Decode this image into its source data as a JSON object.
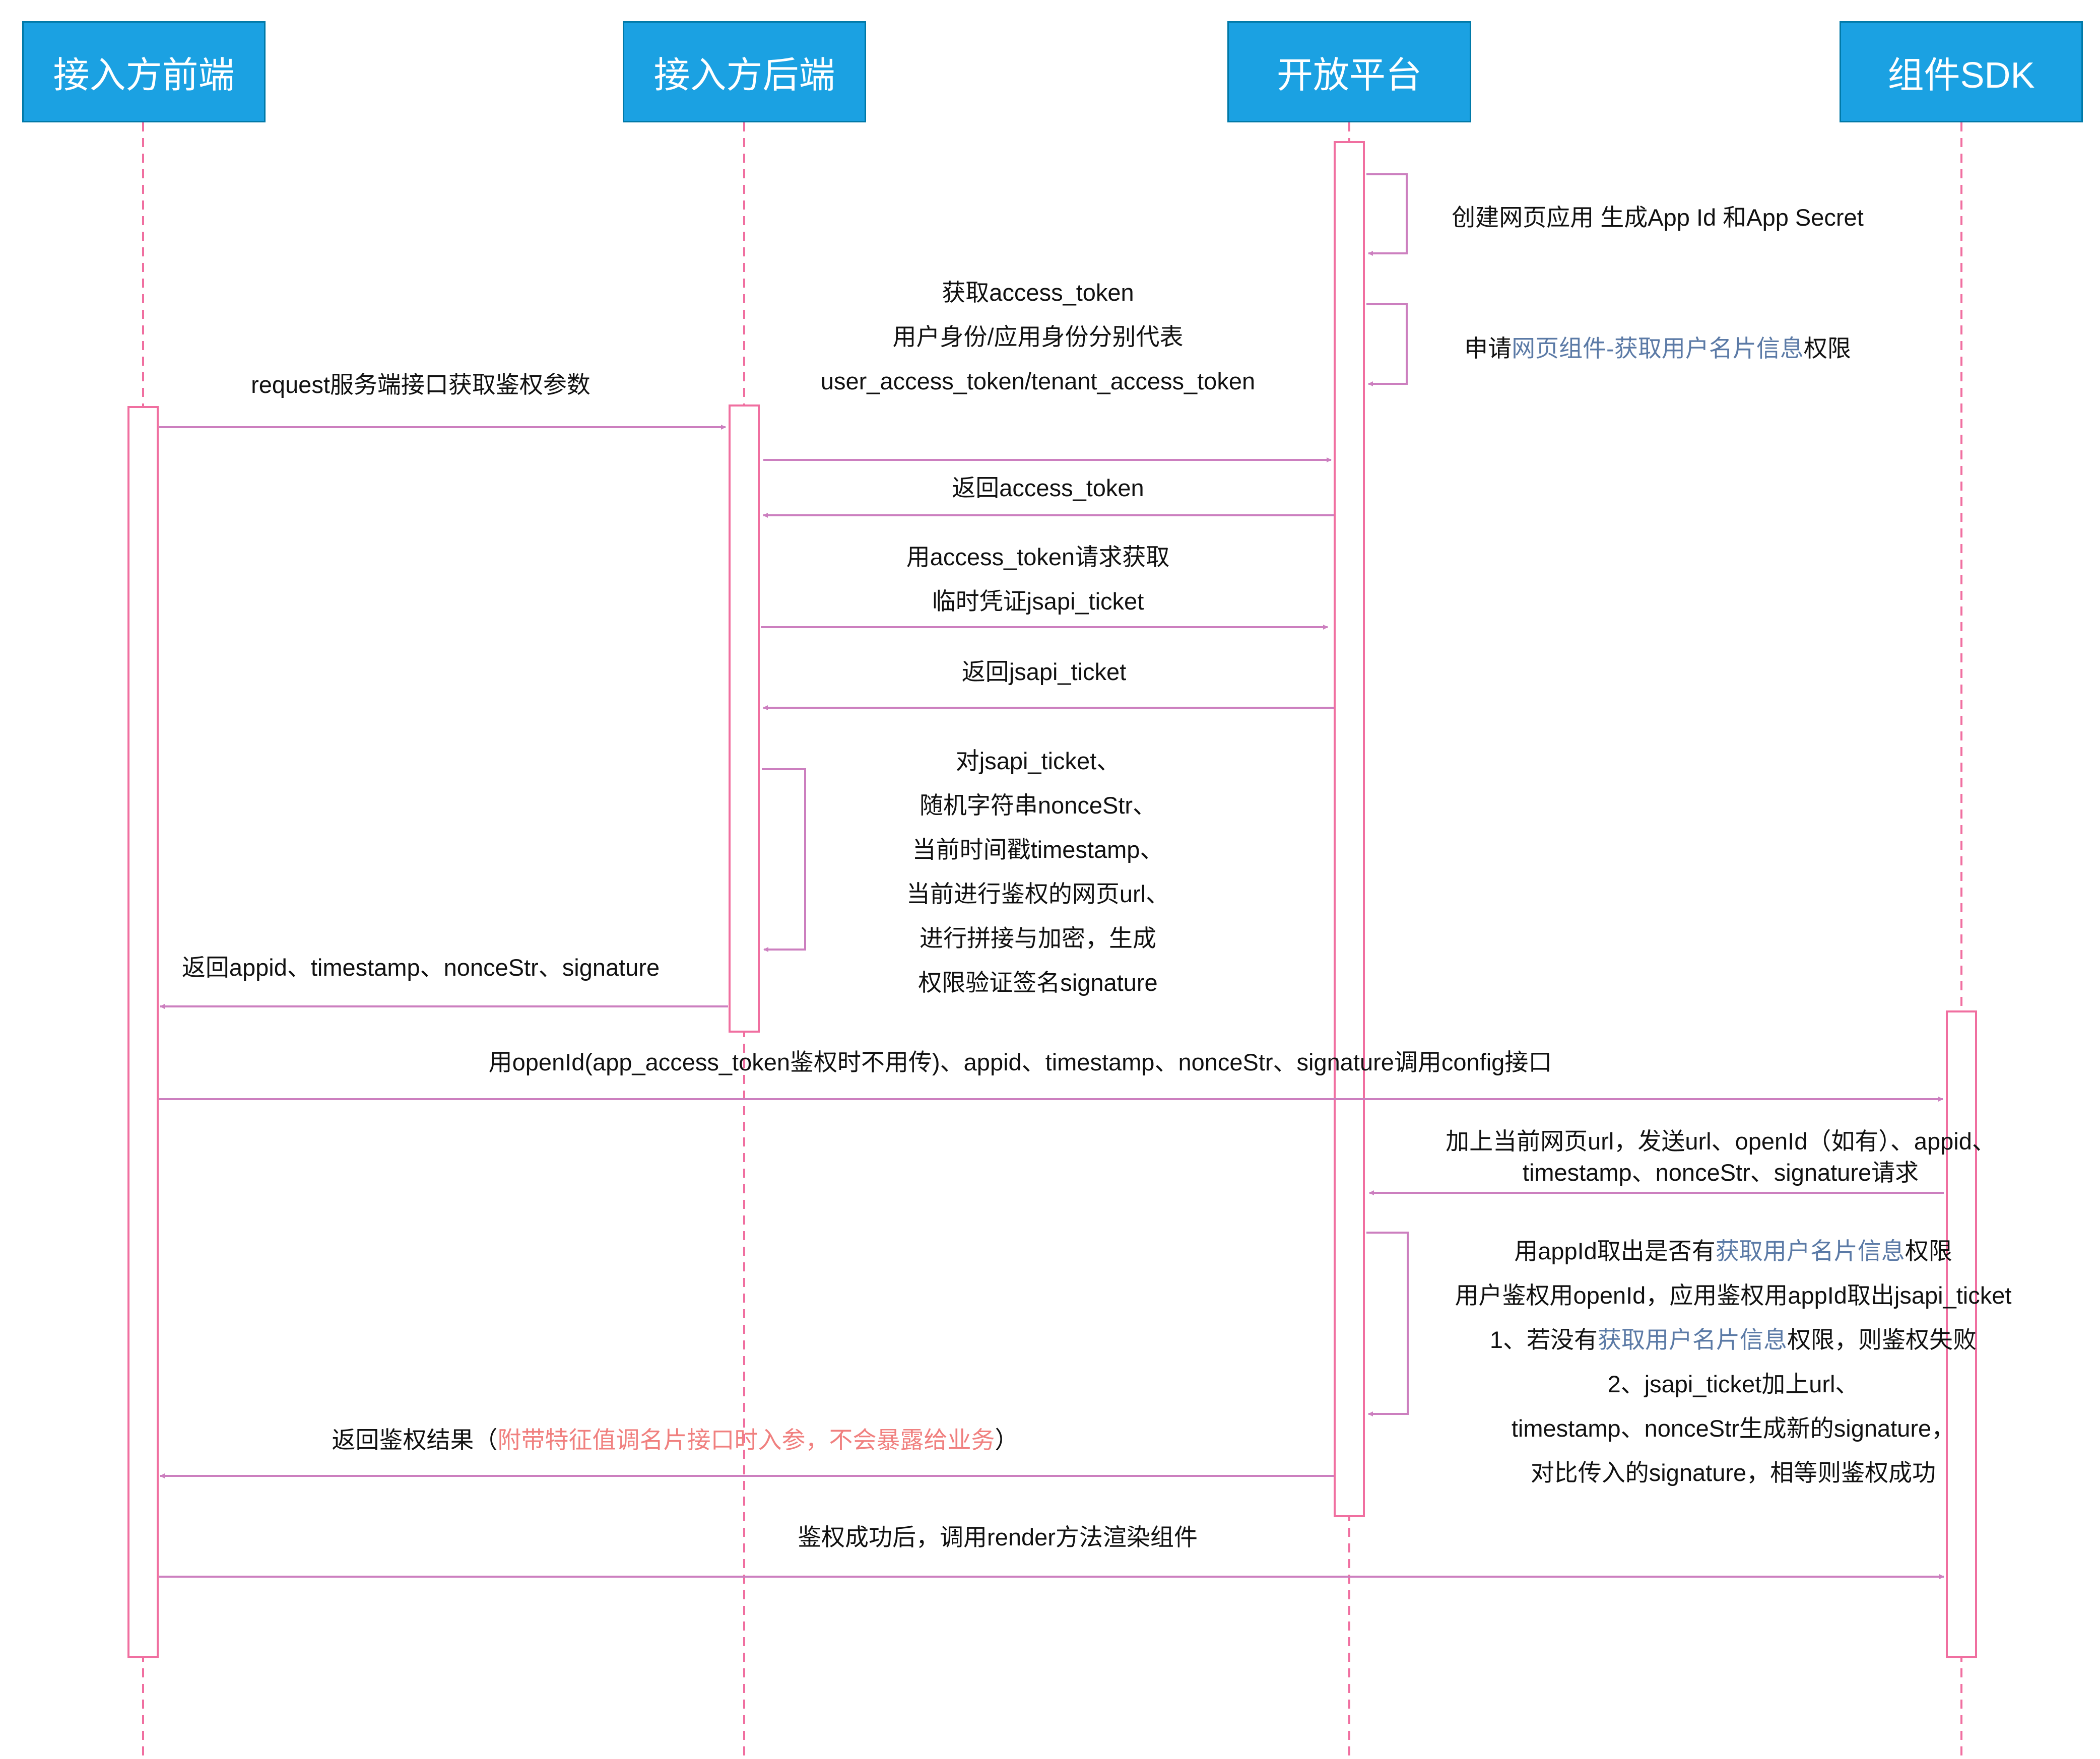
{
  "participants": [
    {
      "id": "frontend",
      "label": "接入方前端"
    },
    {
      "id": "backend",
      "label": "接入方后端"
    },
    {
      "id": "platform",
      "label": "开放平台"
    },
    {
      "id": "sdk",
      "label": "组件SDK"
    }
  ],
  "colors": {
    "actor_fill": "#1ba1e2",
    "actor_border": "#0079a8",
    "lifeline": "#f06fa0",
    "activation": "#f06fa0",
    "arrow": "#cc7fbf",
    "highlight_blue": "#5b7aa6",
    "highlight_red": "#f0807f"
  },
  "messages": {
    "m1": {
      "from": "platform",
      "to": "platform",
      "lines": [
        "创建网页应用 生成App Id 和App Secret"
      ]
    },
    "m2": {
      "from": "platform",
      "to": "platform",
      "pre": "申请",
      "hl": "网页组件-获取用户名片信息",
      "post": "权限"
    },
    "m3": {
      "from": "frontend",
      "to": "backend",
      "lines": [
        "request服务端接口获取鉴权参数"
      ]
    },
    "m4": {
      "from": "backend",
      "to": "platform",
      "lines": [
        "获取access_token",
        "用户身份/应用身份分别代表",
        "user_access_token/tenant_access_token"
      ]
    },
    "m5": {
      "from": "platform",
      "to": "backend",
      "lines": [
        "返回access_token"
      ]
    },
    "m6": {
      "from": "backend",
      "to": "platform",
      "lines": [
        "用access_token请求获取",
        "临时凭证jsapi_ticket"
      ]
    },
    "m7": {
      "from": "platform",
      "to": "backend",
      "lines": [
        "返回jsapi_ticket"
      ]
    },
    "m8": {
      "from": "backend",
      "to": "backend",
      "lines": [
        "对jsapi_ticket、",
        "随机字符串nonceStr、",
        "当前时间戳timestamp、",
        "当前进行鉴权的网页url、",
        "进行拼接与加密，生成",
        "权限验证签名signature"
      ]
    },
    "m9": {
      "from": "backend",
      "to": "frontend",
      "lines": [
        "返回appid、timestamp、nonceStr、signature"
      ]
    },
    "m10": {
      "from": "frontend",
      "to": "sdk",
      "lines": [
        "用openId(app_access_token鉴权时不用传)、appid、timestamp、nonceStr、signature调用config接口"
      ]
    },
    "m11": {
      "from": "sdk",
      "to": "platform",
      "lines": [
        "加上当前网页url，发送url、openId（如有）、appid、",
        "timestamp、nonceStr、signature请求"
      ]
    },
    "m12": {
      "from": "platform",
      "to": "platform",
      "l1_pre": "用appId取出是否有",
      "l1_hl": "获取用户名片信息",
      "l1_post": "权限",
      "l2": "用户鉴权用openId，应用鉴权用appId取出jsapi_ticket",
      "l3_pre": "1、若没有",
      "l3_hl": "获取用户名片信息",
      "l3_post": "权限，则鉴权失败",
      "l4": "2、jsapi_ticket加上url、",
      "l5": "timestamp、nonceStr生成新的signature，",
      "l6": "对比传入的signature，相等则鉴权成功"
    },
    "m13": {
      "from": "platform",
      "to": "frontend",
      "pre": "返回鉴权结果（",
      "hl": "附带特征值调名片接口时入参，不会暴露给业务",
      "post": "）"
    },
    "m14": {
      "from": "frontend",
      "to": "sdk",
      "lines": [
        "鉴权成功后，调用render方法渲染组件"
      ]
    }
  }
}
